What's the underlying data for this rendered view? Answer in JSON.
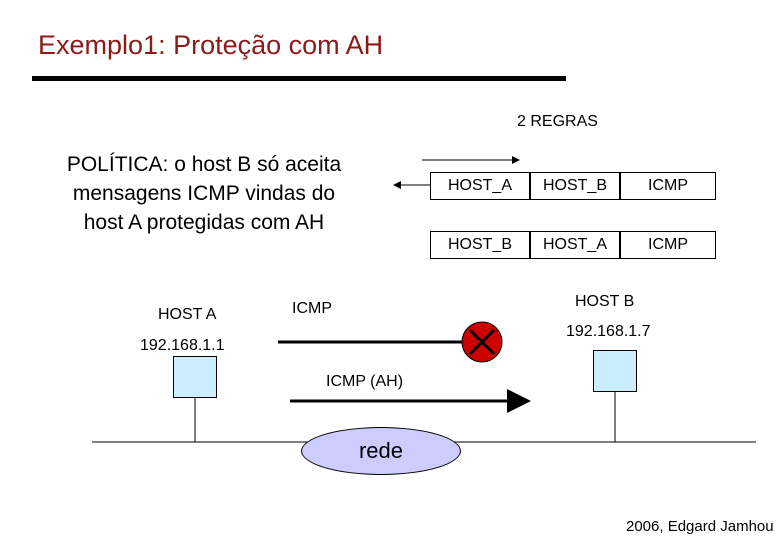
{
  "title": "Exemplo1: Proteção com AH",
  "rules": {
    "heading": "2 REGRAS",
    "rows": [
      [
        "HOST_A",
        "HOST_B",
        "ICMP"
      ],
      [
        "HOST_B",
        "HOST_A",
        "ICMP"
      ]
    ]
  },
  "policy": "POLÍTICA: o host B só aceita mensagens ICMP vindas do host A protegidas com AH",
  "host_a": {
    "name": "HOST A",
    "ip": "192.168.1.1"
  },
  "host_b": {
    "name": "HOST B",
    "ip": "192.168.1.7"
  },
  "flows": {
    "plain": "ICMP",
    "protected": "ICMP (AH)"
  },
  "network_label": "rede",
  "footer": "2006, Edgard Jamhou",
  "colors": {
    "title": "#8b1a1a",
    "host_fill": "#ccecff",
    "network_fill": "#ccccff",
    "block_fill": "#cc0000"
  }
}
